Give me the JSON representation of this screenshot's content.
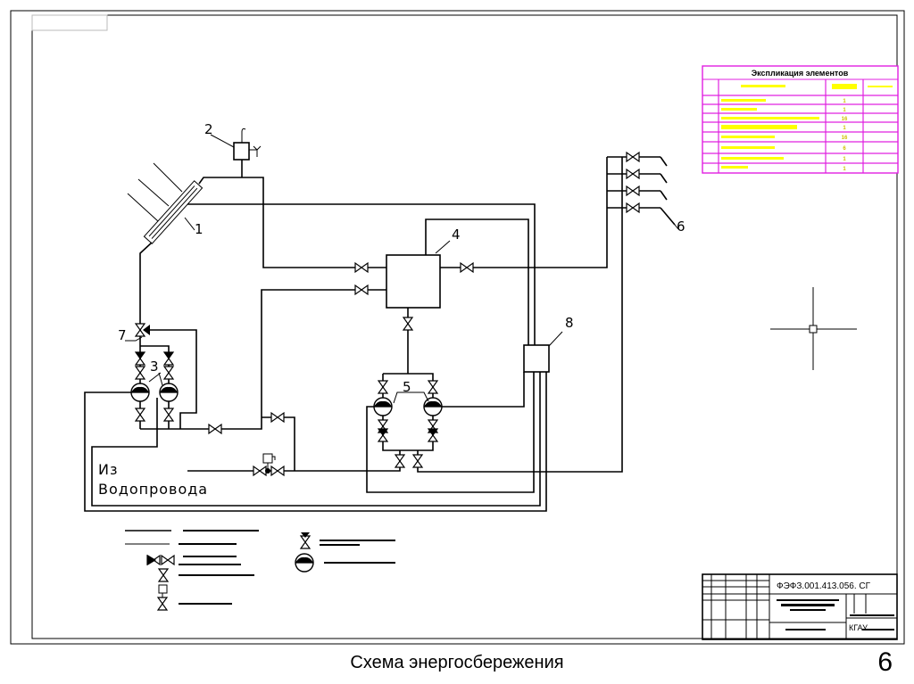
{
  "slide": {
    "caption": "Схема энергосбережения",
    "page_number": "6"
  },
  "diagram": {
    "labels": {
      "n1": "1",
      "n2": "2",
      "n3": "3",
      "n4": "4",
      "n5": "5",
      "n6": "6",
      "n7": "7",
      "n8": "8"
    },
    "inlet_line1": "Из",
    "inlet_line2": "Водопровода"
  },
  "spec_table": {
    "title": "Экспликация элементов",
    "quantities": [
      "1",
      "1",
      "16",
      "1",
      "16",
      "6",
      "1",
      "1"
    ],
    "colors": {
      "border": "#e020e0",
      "text": "#ffff00"
    }
  },
  "title_block": {
    "code": "ФЭФЗ.001.413.056. СГ",
    "org": "КГАУ"
  }
}
